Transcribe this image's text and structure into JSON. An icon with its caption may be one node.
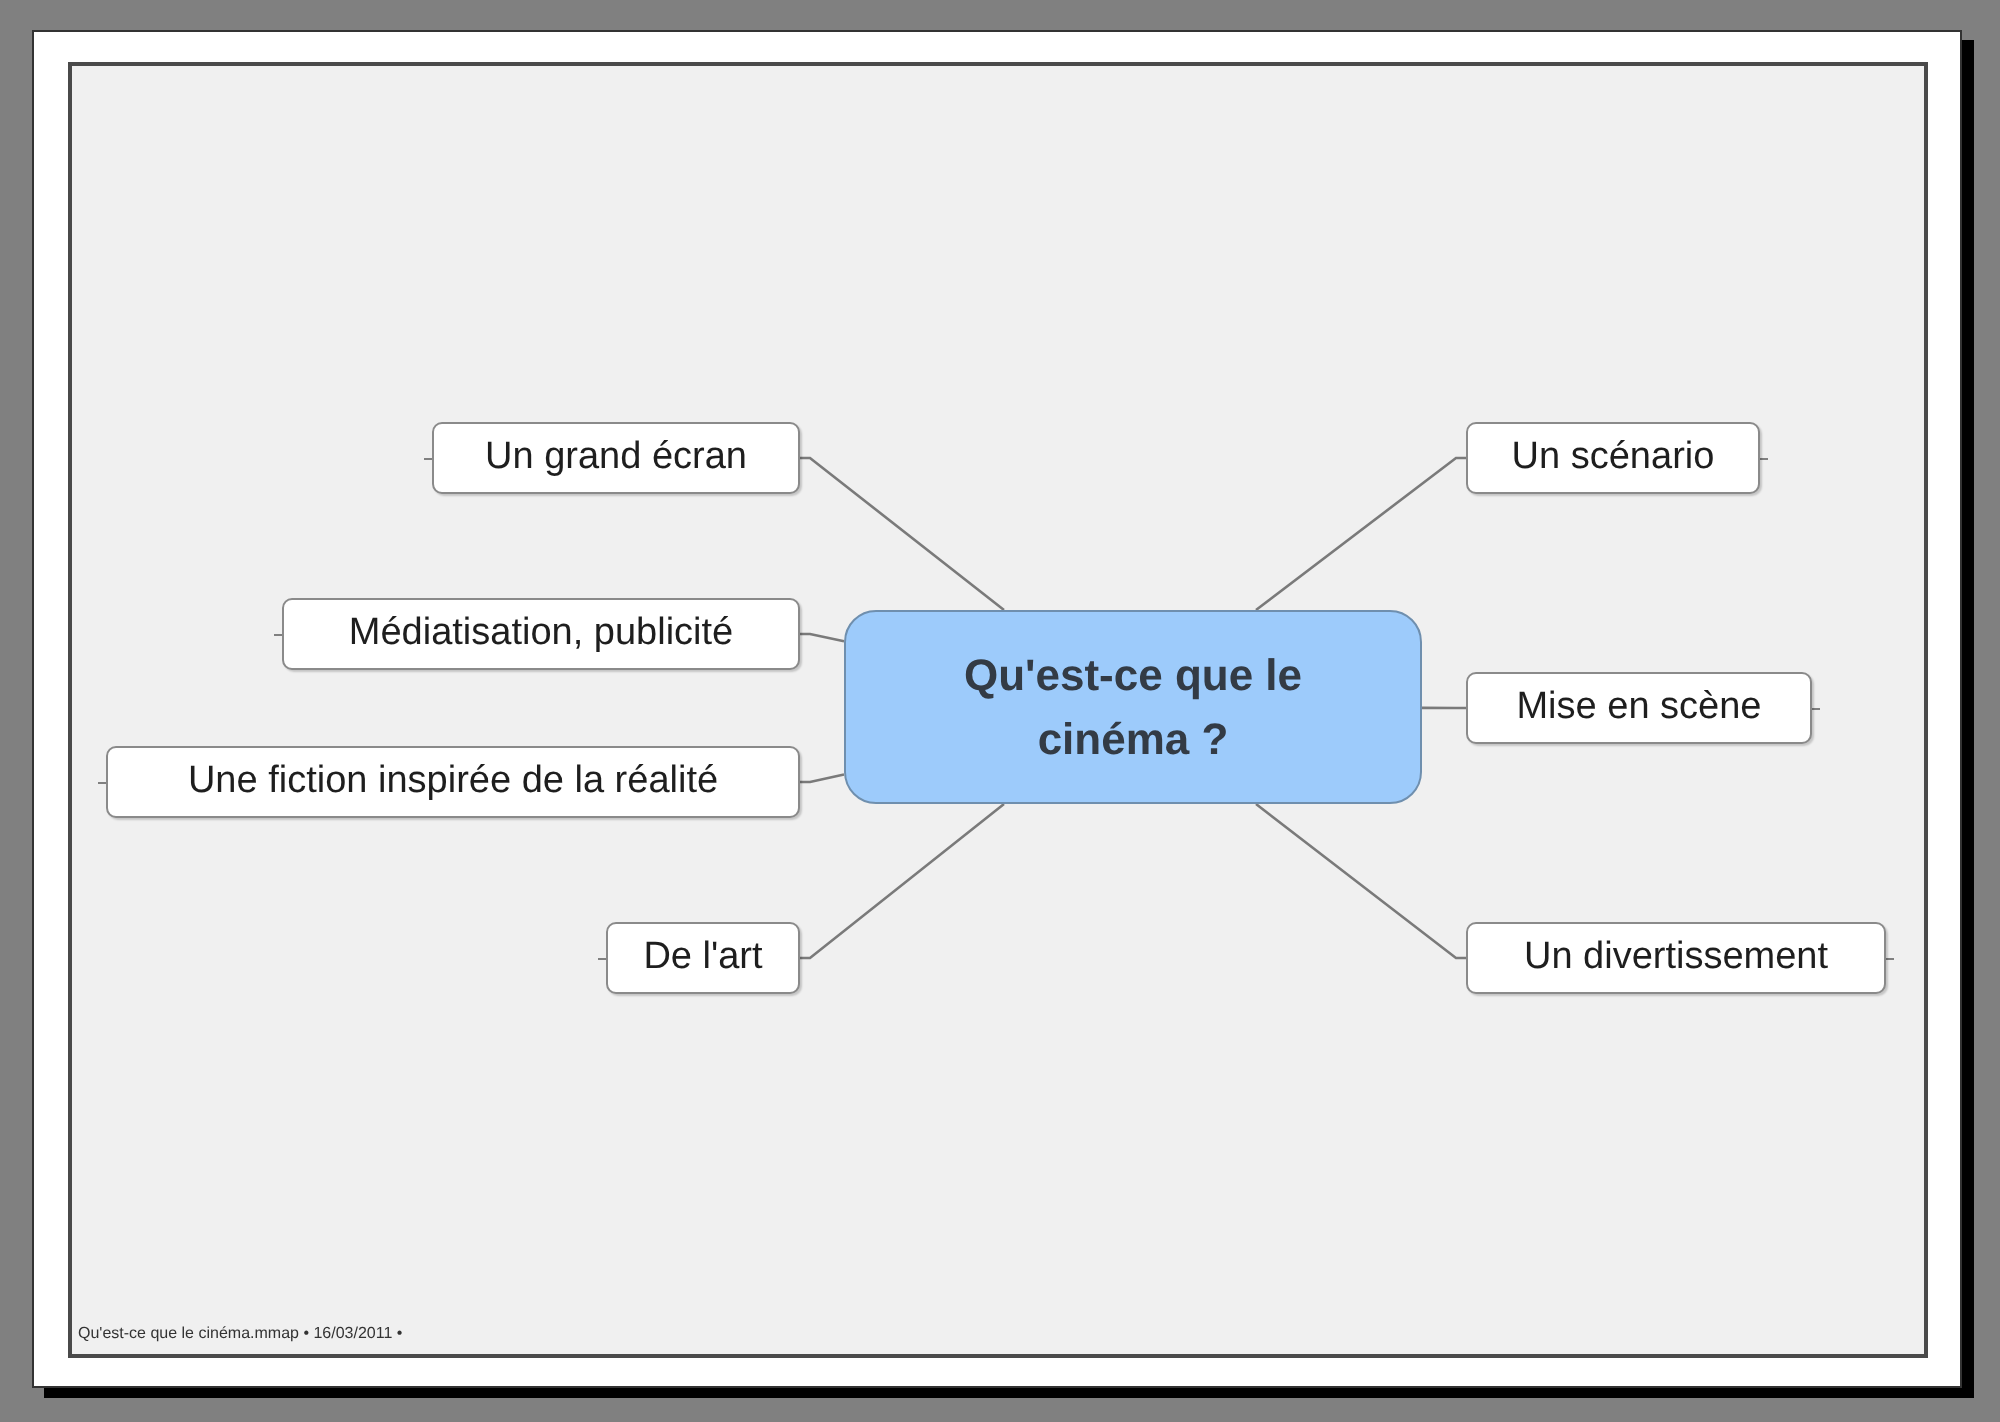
{
  "diagram": {
    "nodes": [
      {
        "text": [
          "Qu'est-ce que le cinéma ?"
        ]
      },
      {
        "text": [
          "Un grand écran"
        ]
      },
      {
        "text": [
          "Médiatisation, publicité"
        ]
      },
      {
        "text": [
          "Une fiction inspirée de la réalité"
        ]
      },
      {
        "text": [
          "De l'art"
        ]
      },
      {
        "text": [
          "Un scénario"
        ]
      },
      {
        "text": [
          "Mise en scène"
        ]
      },
      {
        "text": [
          "Un divertissement"
        ]
      }
    ],
    "edges": [
      {
        "from": 0,
        "to": 1,
        "arrow": "none"
      },
      {
        "from": 0,
        "to": 2,
        "arrow": "none"
      },
      {
        "from": 0,
        "to": 3,
        "arrow": "none"
      },
      {
        "from": 0,
        "to": 4,
        "arrow": "none"
      },
      {
        "from": 0,
        "to": 5,
        "arrow": "none"
      },
      {
        "from": 0,
        "to": 6,
        "arrow": "none"
      },
      {
        "from": 0,
        "to": 7,
        "arrow": "none"
      }
    ],
    "labels": [
      "Qu'est-ce que le cinéma.mmap • 16/03/2011 •"
    ]
  }
}
